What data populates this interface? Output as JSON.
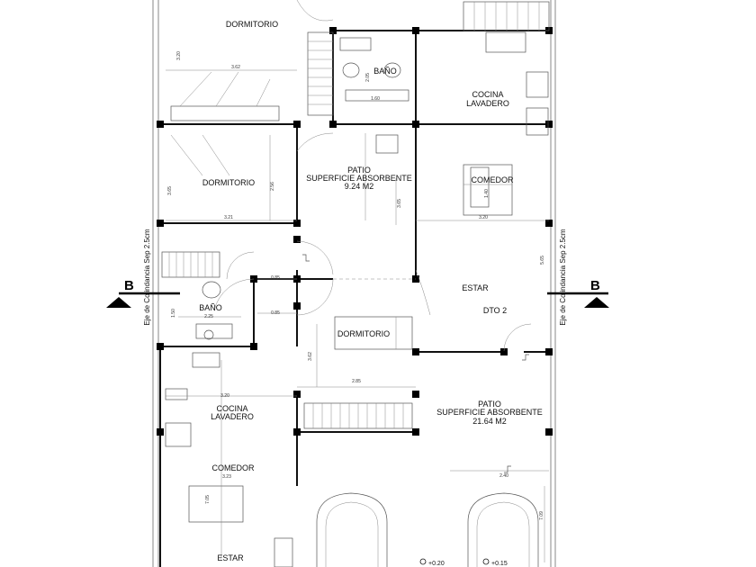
{
  "rooms": {
    "dormitorio_top": "DORMITORIO",
    "bano_top": "BAÑO",
    "cocina_top_1": "COCINA",
    "cocina_top_2": "LAVADERO",
    "dormitorio_mid": "DORMITORIO",
    "patio_1_l1": "PATIO",
    "patio_1_l2": "SUPERFICIE ABSORBENTE",
    "patio_1_l3": "9.24 M2",
    "comedor_top": "COMEDOR",
    "bano_mid": "BAÑO",
    "estar_mid": "ESTAR",
    "dto": "DTO 2",
    "dormitorio_low": "DORMITORIO",
    "cocina_low_1": "COCINA",
    "cocina_low_2": "LAVADERO",
    "patio_2_l1": "PATIO",
    "patio_2_l2": "SUPERFICIE ABSORBENTE",
    "patio_2_l3": "21.64 M2",
    "comedor_low": "COMEDOR",
    "estar_low": "ESTAR"
  },
  "dimensions": {
    "d_320_top": "3.20",
    "d_362": "3.62",
    "d_205": "2.05",
    "d_160": "1.60",
    "d_365": "3.65",
    "d_256": "2.56",
    "d_321": "3.21",
    "d_365b": "3.65",
    "d_140": "1.40",
    "d_320_mid": "3.20",
    "d_565": "5.65",
    "d_085a": "0.85",
    "d_150": "1.50",
    "d_225": "2.25",
    "d_085b": "0.85",
    "d_362b": "3.62",
    "d_285": "2.85",
    "d_320_low": "3.20",
    "d_323": "3.23",
    "d_705": "7.05",
    "d_240": "2.40",
    "d_709": "7.09"
  },
  "labels": {
    "eje_left": "Eje de Colindancia Sep 2.5cm",
    "eje_right": "Eje de Colindancia Sep 2.5cm",
    "section_left": "B",
    "section_right": "B",
    "level_1": "+0.20",
    "level_2": "+0.15"
  }
}
